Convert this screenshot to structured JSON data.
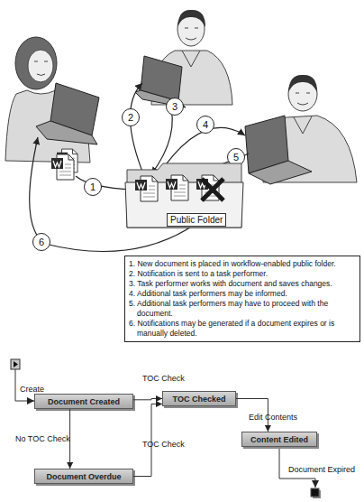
{
  "diagram": {
    "nodes": [
      {
        "text": [
          "3"
        ]
      },
      {
        "text": [
          "2"
        ]
      },
      {
        "text": [
          "4"
        ]
      },
      {
        "text": [
          "5"
        ]
      },
      {
        "text": [
          "1"
        ]
      },
      {
        "text": [
          "Public Folder"
        ]
      },
      {
        "text": [
          "6"
        ]
      },
      {
        "text": [
          "1. New document is placed in workflow-enabled public folder.",
          "2. Notification is sent to a task performer.",
          "3. Task performer works with document and saves changes.",
          "4. Additional task performers may be informed.",
          "5. Additional task performers may have to proceed with the document.",
          "6. Notifications may be generated if a document expires or is manually deleted."
        ]
      },
      {
        "text": [
          "Document Created"
        ]
      },
      {
        "text": [
          "TOC Checked"
        ]
      },
      {
        "text": [
          "Document Overdue"
        ]
      },
      {
        "text": [
          "Content Edited"
        ]
      }
    ],
    "edges": [
      {
        "from": 8,
        "to": 9,
        "label": "TOC Check",
        "arrow": "to"
      },
      {
        "from": 8,
        "to": 10,
        "label": "No TOC Check",
        "arrow": "to"
      },
      {
        "from": 10,
        "to": 9,
        "label": "TOC Check",
        "arrow": "to"
      },
      {
        "from": 9,
        "to": 11,
        "label": "Edit Contents",
        "arrow": "to"
      }
    ],
    "labels": [
      "Create",
      "Document Expired"
    ]
  }
}
